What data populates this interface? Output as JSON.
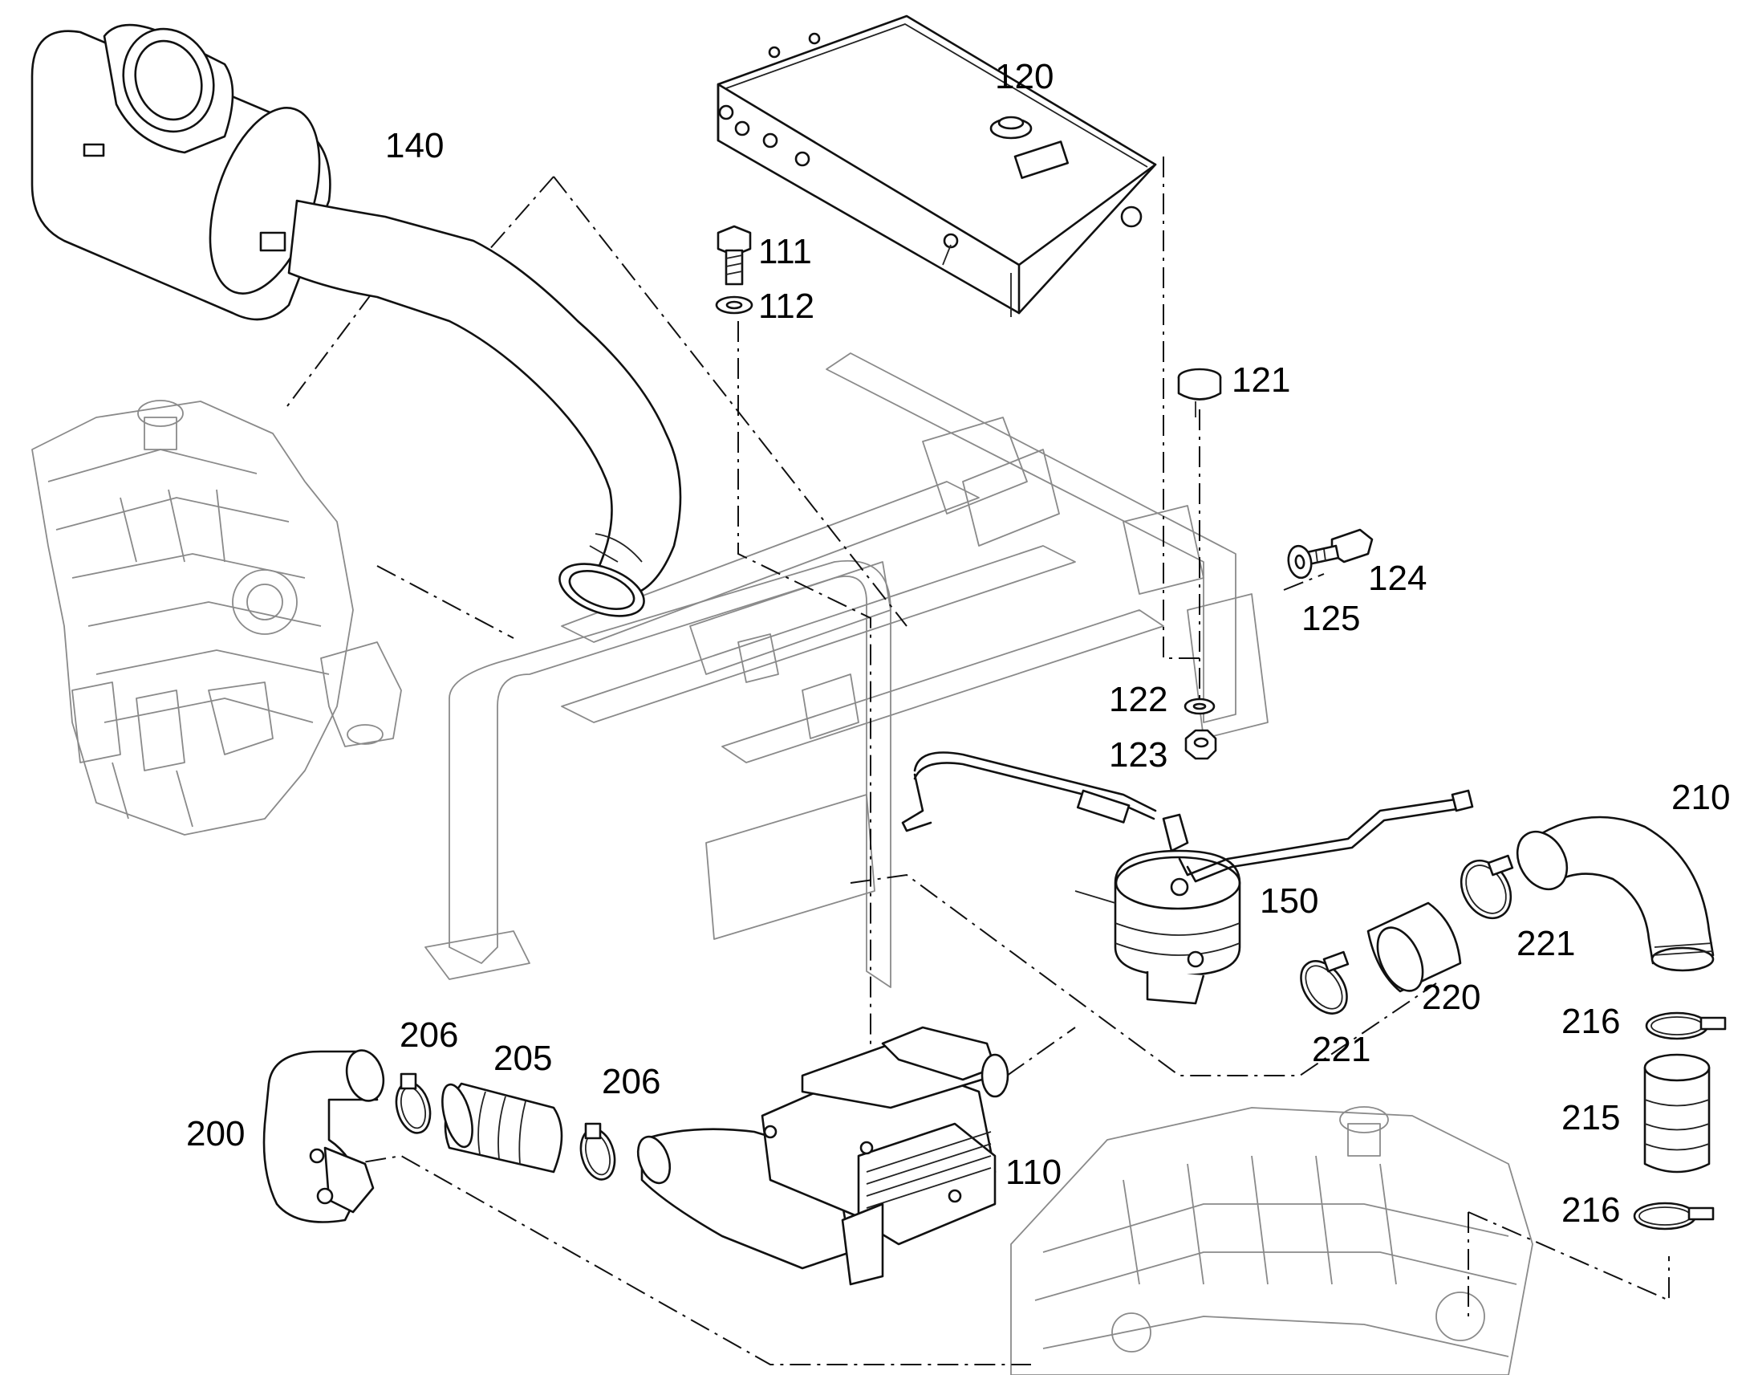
{
  "callouts": {
    "c120": "120",
    "c140": "140",
    "c111": "111",
    "c112": "112",
    "c121": "121",
    "c124": "124",
    "c125": "125",
    "c122": "122",
    "c123": "123",
    "c210": "210",
    "c150": "150",
    "c221a": "221",
    "c220": "220",
    "c221b": "221",
    "c216a": "216",
    "c215": "215",
    "c216b": "216",
    "c206a": "206",
    "c205": "205",
    "c206b": "206",
    "c200": "200",
    "c110": "110"
  }
}
